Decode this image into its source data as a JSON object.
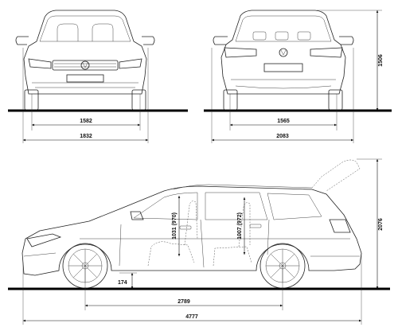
{
  "dimensions": {
    "front_track": "1582",
    "front_width": "1832",
    "rear_track": "1565",
    "rear_width_mirrors": "2083",
    "height": "1506",
    "wheelbase": "2789",
    "length": "4777",
    "ground_clearance": "174",
    "height_tailgate_open": "2076",
    "front_headroom": "1031 (970)",
    "rear_headroom": "1007 (972)"
  }
}
